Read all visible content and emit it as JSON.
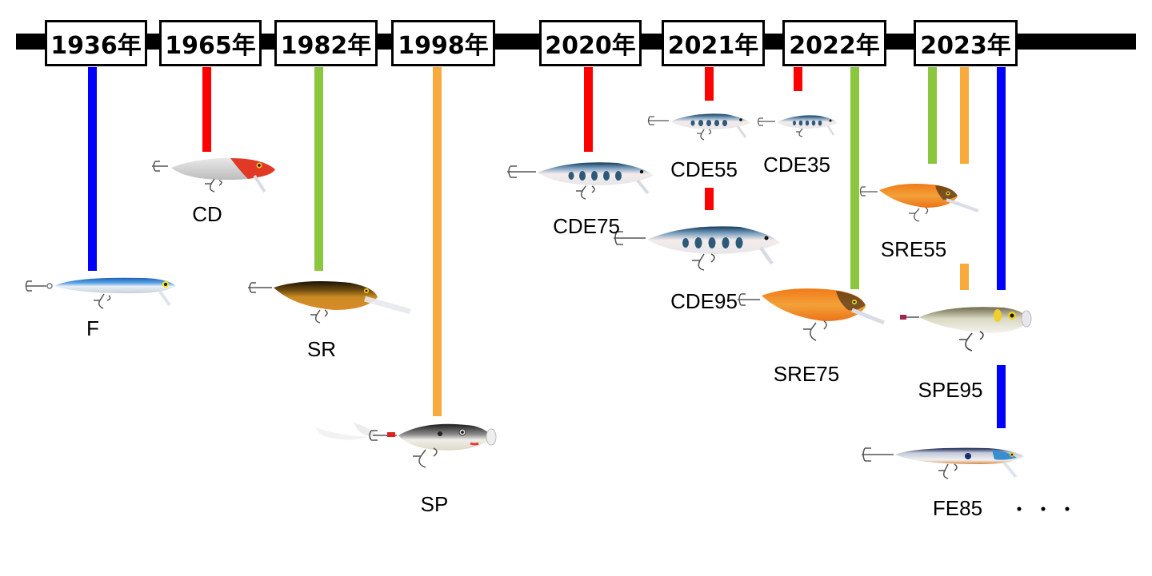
{
  "colors": {
    "timeline": "#000000",
    "f_series": "#0000ff",
    "cd_series": "#ff0000",
    "sr_series": "#8cc63f",
    "sp_series": "#f8aa3c"
  },
  "years": [
    "1936年",
    "1965年",
    "1982年",
    "1998年",
    "2020年",
    "2021年",
    "2022年",
    "2023年"
  ],
  "lures": [
    {
      "name": "F",
      "year": "1936年",
      "series": "blue",
      "icon": "minnow-lure-blue-silver"
    },
    {
      "name": "CD",
      "year": "1965年",
      "series": "red",
      "icon": "minnow-lure-red-head"
    },
    {
      "name": "SR",
      "year": "1982年",
      "series": "green",
      "icon": "crankbait-lure-gold"
    },
    {
      "name": "SP",
      "year": "1998年",
      "series": "orange",
      "icon": "popper-lure-shad"
    },
    {
      "name": "CDE75",
      "year": "2020年",
      "series": "red",
      "icon": "minnow-lure-trout"
    },
    {
      "name": "CDE55",
      "year": "2021年",
      "series": "red",
      "icon": "minnow-lure-trout"
    },
    {
      "name": "CDE95",
      "year": "2021年",
      "series": "red",
      "icon": "minnow-lure-trout"
    },
    {
      "name": "CDE35",
      "year": "2022年",
      "series": "red",
      "icon": "minnow-lure-trout"
    },
    {
      "name": "SRE75",
      "year": "2022年",
      "series": "green",
      "icon": "crankbait-lure-orange"
    },
    {
      "name": "SRE55",
      "year": "2023年",
      "series": "green",
      "icon": "crankbait-lure-orange"
    },
    {
      "name": "SPE95",
      "year": "2023年",
      "series": "orange",
      "icon": "popper-lure-green"
    },
    {
      "name": "FE85",
      "year": "2023年",
      "series": "blue",
      "icon": "minnow-lure-blue-silver"
    }
  ],
  "continuation": "・・・"
}
